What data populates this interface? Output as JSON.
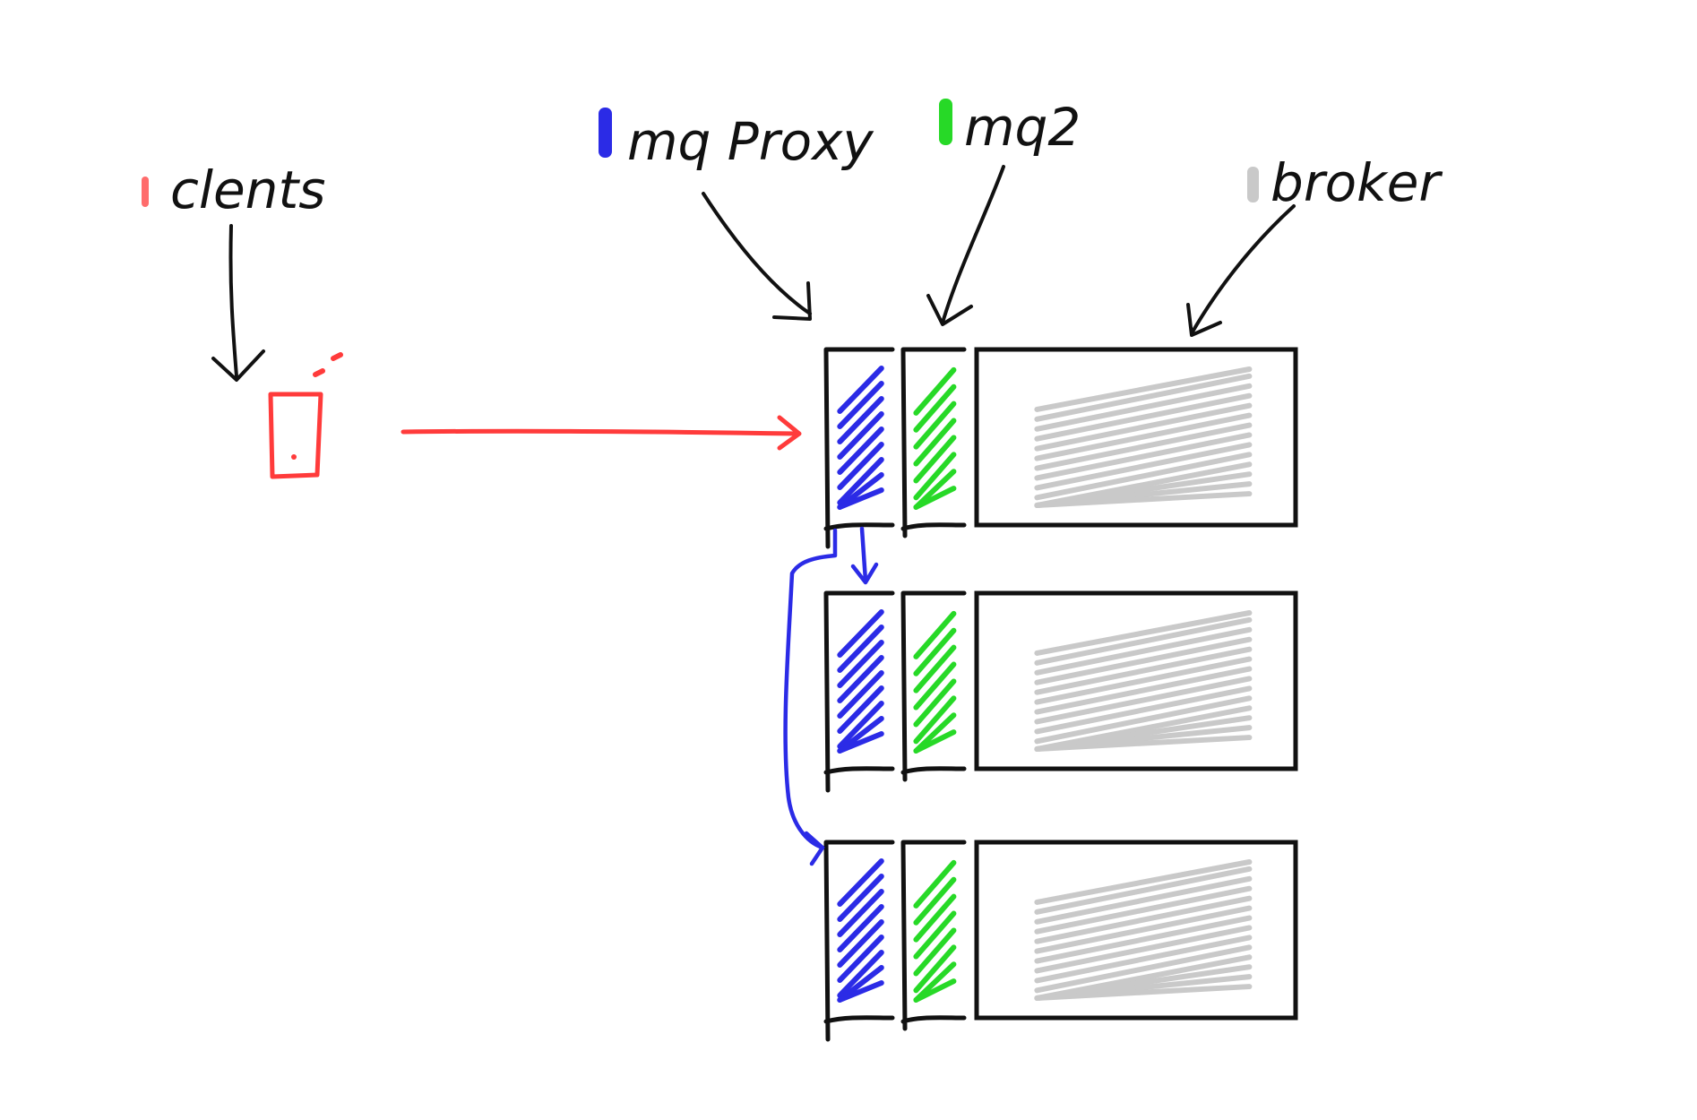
{
  "labels": {
    "clients": "clents",
    "mqtt_proxy": "mq Proxy",
    "mqtt": "mq2",
    "broker": "broker"
  },
  "colors": {
    "clients": "#ff3b3b",
    "proxy": "#2b2be6",
    "mqtt": "#27d927",
    "broker": "#c9c9c9",
    "outline": "#111111"
  },
  "nodes": [
    "node-1",
    "node-2",
    "node-3"
  ]
}
